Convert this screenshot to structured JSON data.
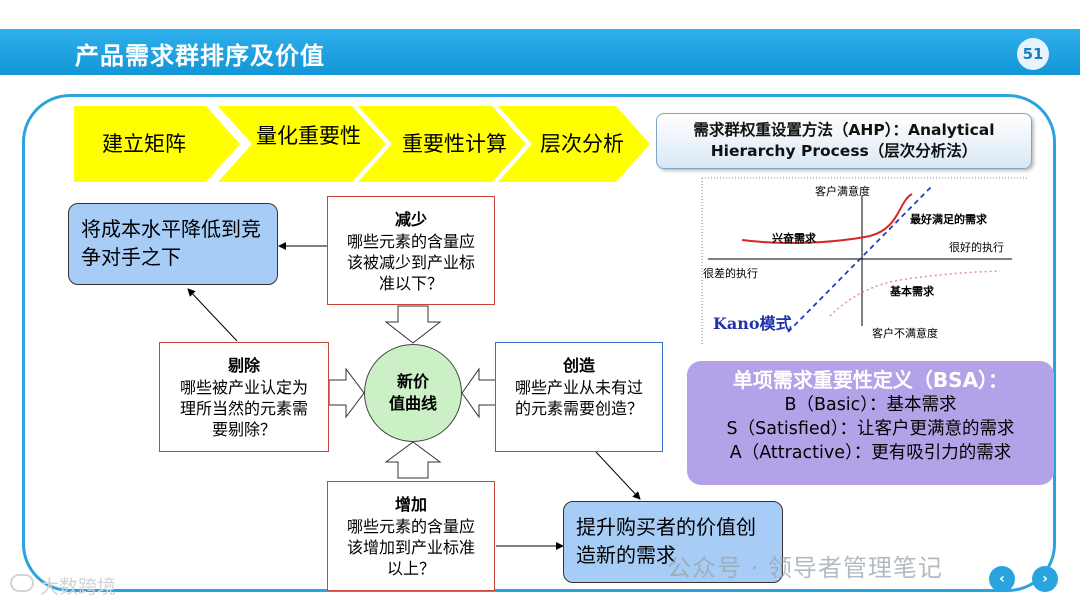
{
  "header": {
    "title": "产品需求群排序及价值",
    "page_number": "51"
  },
  "process_steps": [
    "建立矩阵",
    "量化重要性",
    "重要性计算",
    "层次分析"
  ],
  "ahp": {
    "line1": "需求群权重设置方法（AHP）：Analytical",
    "line2": "Hierarchy Process（层次分析法）"
  },
  "outcomes": {
    "reduce_cost": "将成本水平降低到竞争对手之下",
    "create_value": "提升购买者的价值创造新的需求"
  },
  "actions": {
    "reduce": {
      "title": "减少",
      "body": "哪些元素的含量应该被减少到产业标准以下？"
    },
    "eliminate": {
      "title": "剔除",
      "body": "哪些被产业认定为理所当然的元素需要剔除？"
    },
    "create": {
      "title": "创造",
      "body": "哪些产业从未有过的元素需要创造？"
    },
    "raise": {
      "title": "增加",
      "body": "哪些元素的含量应该增加到产业标准以上？"
    }
  },
  "center": {
    "line1": "新价",
    "line2": "值曲线"
  },
  "kano": {
    "title": "Kano模式",
    "y_top": "客户满意度",
    "y_bottom": "客户不满意度",
    "x_left": "很差的执行",
    "x_right": "很好的执行",
    "excitement": "兴奋需求",
    "performance": "最好满足的需求",
    "basic": "基本需求",
    "colors": {
      "excitement": "#d62728",
      "performance": "#1f3fbf",
      "basic": "#f08aa0"
    }
  },
  "bsa": {
    "title": "单项需求重要性定义（BSA）：",
    "lines": [
      "B（Basic）：基本需求",
      "S（Satisfied）：让客户更满意的需求",
      "A（Attractive）：更有吸引力的需求"
    ]
  },
  "watermarks": {
    "wechat": "公众号 · 领导者管理笔记",
    "source": "大数跨境"
  },
  "nav": {
    "prev": "‹",
    "next": "›"
  }
}
